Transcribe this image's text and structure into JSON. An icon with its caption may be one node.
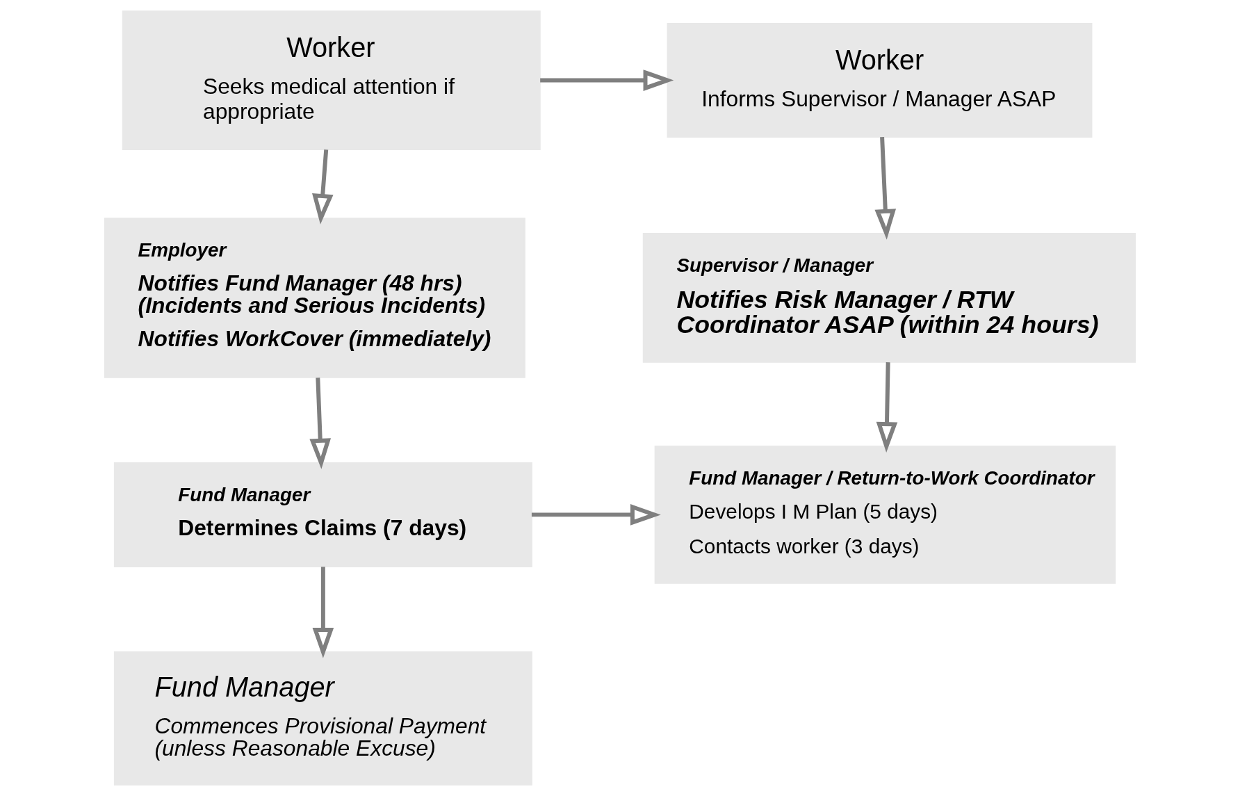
{
  "diagram": {
    "nodes": [
      {
        "text": [
          "Worker",
          "Seeks medical attention if appropriate"
        ]
      },
      {
        "text": [
          "Employer",
          "Notifies Fund Manager (48 hrs) (Incidents and Serious Incidents)",
          "Notifies WorkCover (immediately)"
        ]
      },
      {
        "text": [
          "Fund Manager",
          "Determines Claims (7 days)"
        ]
      },
      {
        "text": [
          "Fund Manager",
          "Commences Provisional Payment (unless Reasonable Excuse)"
        ]
      },
      {
        "text": [
          "Worker",
          "Informs Supervisor / Manager ASAP"
        ]
      },
      {
        "text": [
          "Supervisor / Manager",
          "Notifies Risk Manager / RTW Coordinator ASAP (within 24 hours)"
        ]
      },
      {
        "text": [
          "Fund Manager / Return-to-Work Coordinator",
          "Develops I M Plan (5 days)",
          "Contacts worker (3 days)"
        ]
      }
    ],
    "edges": [
      {
        "from": 0,
        "to": 1,
        "arrow": "to"
      },
      {
        "from": 1,
        "to": 2,
        "arrow": "to"
      },
      {
        "from": 2,
        "to": 3,
        "arrow": "to"
      },
      {
        "from": 0,
        "to": 4,
        "arrow": "to"
      },
      {
        "from": 4,
        "to": 5,
        "arrow": "to"
      },
      {
        "from": 5,
        "to": 6,
        "arrow": "to"
      },
      {
        "from": 2,
        "to": 6,
        "arrow": "to"
      }
    ]
  }
}
